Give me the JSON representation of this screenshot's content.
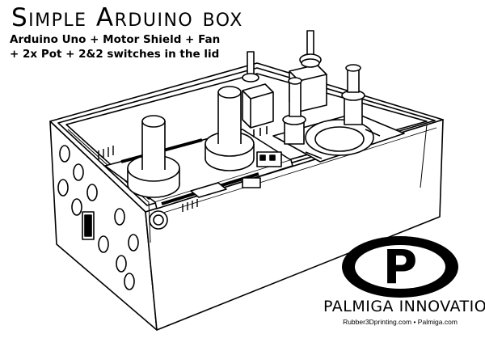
{
  "title": "Simple Arduino box",
  "subtitle_line1": "Arduino Uno + Motor Shield + Fan",
  "subtitle_line2": "+ 2x Pot + 2&2 switches in the lid",
  "brand": {
    "name": "PALMIGA INNOVATION",
    "urls": "Rubber3Dprinting.com • Palmiga.com",
    "logo_letter": "P"
  },
  "colors": {
    "ink": "#000000",
    "background": "#ffffff"
  }
}
